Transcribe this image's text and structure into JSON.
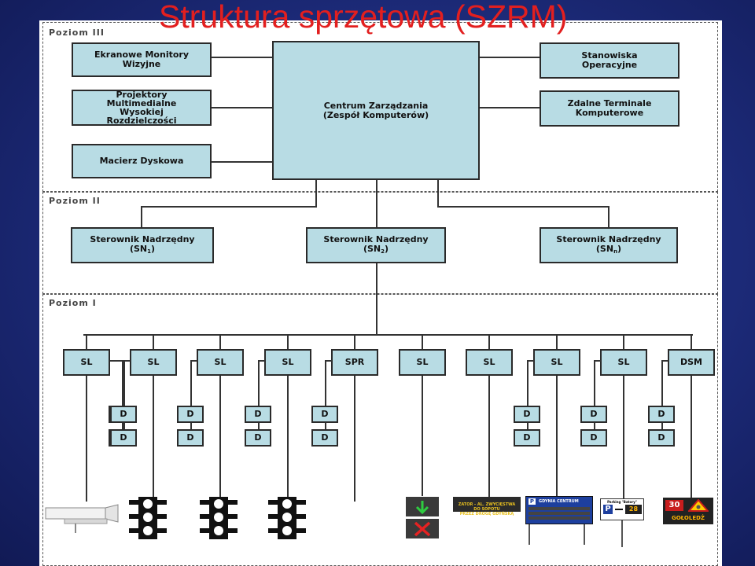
{
  "title": "Struktura sprzętowa (SZRM)",
  "levels": {
    "l3": "Poziom III",
    "l2": "Poziom II",
    "l1": "Poziom I"
  },
  "level3": {
    "center": "Centrum Zarządzania\n(Zespół Komputerów)",
    "left": [
      "Ekranowe Monitory\nWizyjne",
      "Projektory\nMultimedialne\nWysokiej\nRozdzielczości",
      "Macierz Dyskowa"
    ],
    "right": [
      "Stanowiska\nOperacyjne",
      "Zdalne Terminale\nKomputerowe"
    ]
  },
  "level2": {
    "controller_label": "Sterownik Nadrzędny",
    "controllers": [
      {
        "prefix": "(SN",
        "sub": "1",
        "suffix": ")"
      },
      {
        "prefix": "(SN",
        "sub": "2",
        "suffix": ")"
      },
      {
        "prefix": "(SN",
        "sub": "n",
        "suffix": ")"
      }
    ]
  },
  "level1": {
    "stations": [
      "SL",
      "SL",
      "SL",
      "SL",
      "SPR",
      "SL",
      "SL",
      "SL",
      "SL",
      "DSM"
    ],
    "detector_label": "D"
  },
  "devices": {
    "sign_jam": "ZATOR - AL. ZWYCIĘSTWA\nDO SOPOTU\nPRZEZ DROGĘ GDYŃSKĄ",
    "parking_header": "GDYNIA CENTRUM",
    "parking_p": "P",
    "parking2_header": "Parking \"Batory\"",
    "parking2_count": "28",
    "speed_limit": "30",
    "ice_warning": "GOŁOLEDŹ"
  },
  "colors": {
    "title": "#e21f1f",
    "box_fill": "#b8dce4",
    "background": "#1c2a78"
  }
}
